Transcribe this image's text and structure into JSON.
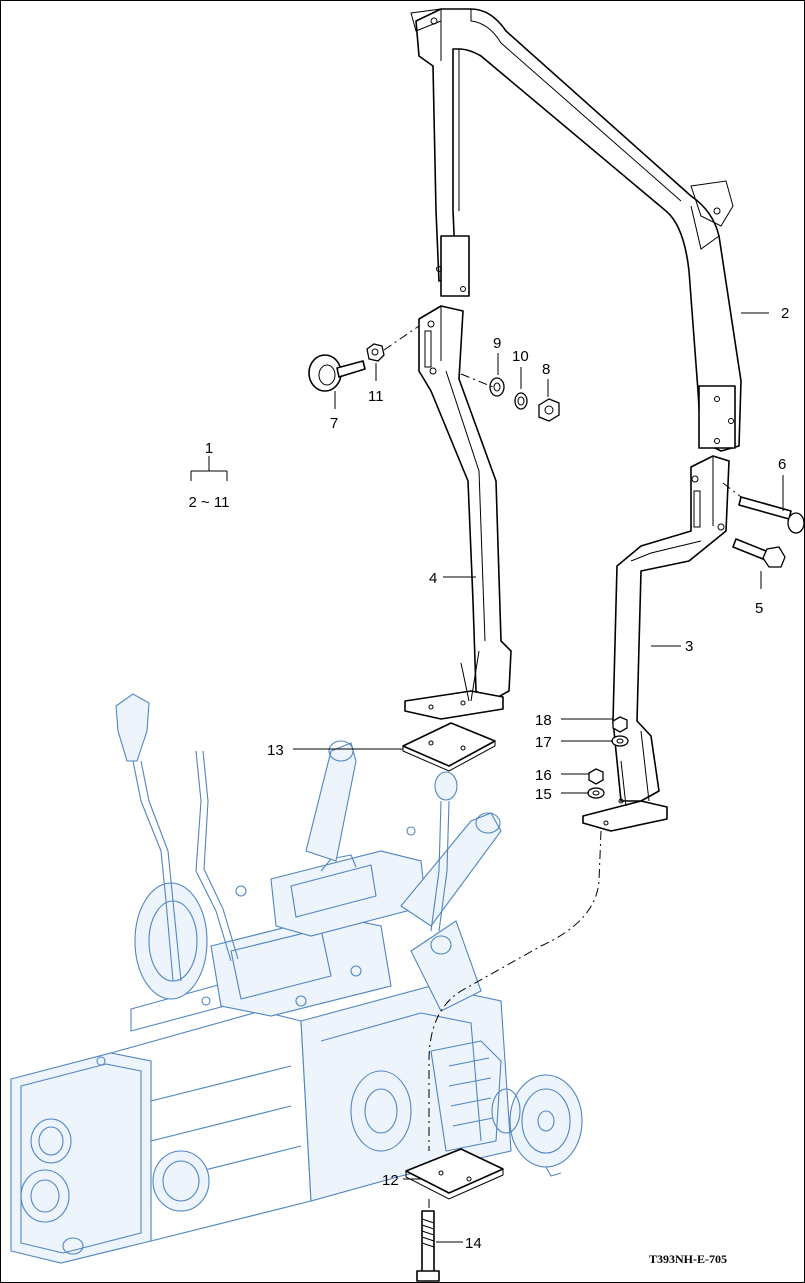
{
  "drawing_code": "T393NH-E-705",
  "assembly": {
    "number": "1",
    "range": "2 ~ 11"
  },
  "callouts": [
    {
      "id": "c2",
      "label": "2"
    },
    {
      "id": "c3",
      "label": "3"
    },
    {
      "id": "c4",
      "label": "4"
    },
    {
      "id": "c5",
      "label": "5"
    },
    {
      "id": "c6",
      "label": "6"
    },
    {
      "id": "c7",
      "label": "7"
    },
    {
      "id": "c8",
      "label": "8"
    },
    {
      "id": "c9",
      "label": "9"
    },
    {
      "id": "c10",
      "label": "10"
    },
    {
      "id": "c11",
      "label": "11"
    },
    {
      "id": "c12",
      "label": "12"
    },
    {
      "id": "c13",
      "label": "13"
    },
    {
      "id": "c14",
      "label": "14"
    },
    {
      "id": "c15",
      "label": "15"
    },
    {
      "id": "c16",
      "label": "16"
    },
    {
      "id": "c17",
      "label": "17"
    },
    {
      "id": "c18",
      "label": "18"
    }
  ],
  "colors": {
    "line": "#000000",
    "transmission": "#4f86c2",
    "background": "#ffffff"
  }
}
